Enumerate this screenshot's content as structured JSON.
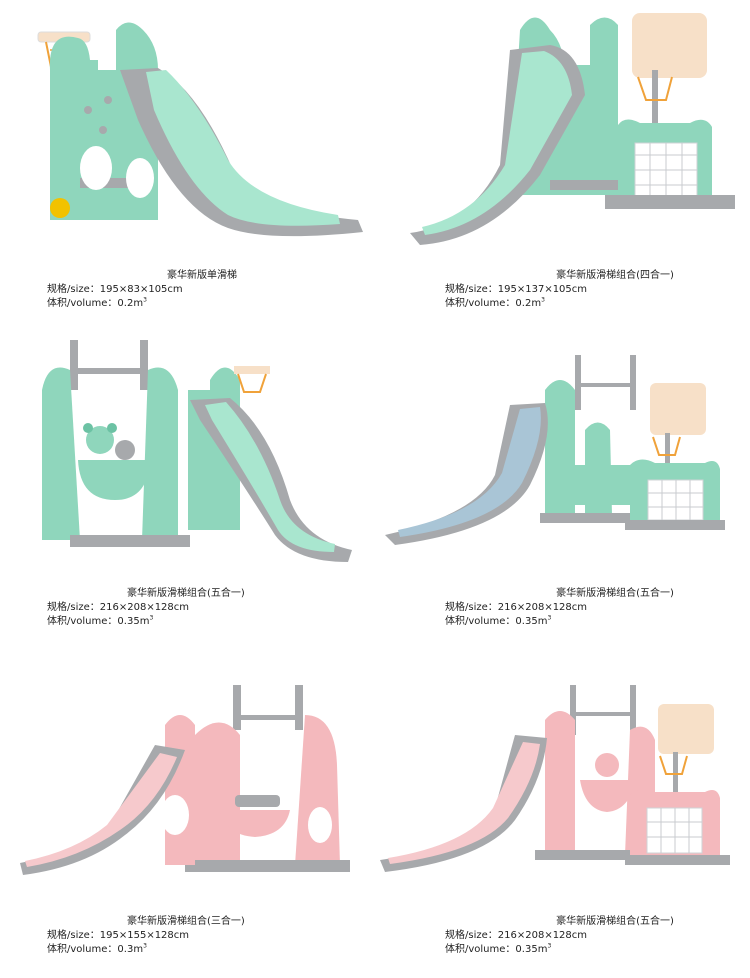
{
  "products": [
    {
      "title": "豪华新版单滑梯",
      "size_label": "规格/size：",
      "size": "195×83×105cm",
      "volume_label": "体积/volume：",
      "volume": "0.2m",
      "volume_unit_sup": "3",
      "color": "green",
      "type": "slide-basket"
    },
    {
      "title": "豪华新版滑梯组合(四合一)",
      "size_label": "规格/size：",
      "size": "195×137×105cm",
      "volume_label": "体积/volume：",
      "volume": "0.2m",
      "volume_unit_sup": "3",
      "color": "green",
      "type": "slide-basket-goal"
    },
    {
      "title": "豪华新版滑梯组合(五合一)",
      "size_label": "规格/size：",
      "size": "216×208×128cm",
      "volume_label": "体积/volume：",
      "volume": "0.35m",
      "volume_unit_sup": "3",
      "color": "green",
      "type": "swing-slide-basket"
    },
    {
      "title": "豪华新版滑梯组合(五合一)",
      "size_label": "规格/size：",
      "size": "216×208×128cm",
      "volume_label": "体积/volume：",
      "volume": "0.35m",
      "volume_unit_sup": "3",
      "color": "blue-green",
      "type": "slide-swing-basket-goal"
    },
    {
      "title": "豪华新版滑梯组合(三合一)",
      "size_label": "规格/size：",
      "size": "195×155×128cm",
      "volume_label": "体积/volume：",
      "volume": "0.3m",
      "volume_unit_sup": "3",
      "color": "pink",
      "type": "slide-swing"
    },
    {
      "title": "豪华新版滑梯组合(五合一)",
      "size_label": "规格/size：",
      "size": "216×208×128cm",
      "volume_label": "体积/volume：",
      "volume": "0.35m",
      "volume_unit_sup": "3",
      "color": "pink",
      "type": "slide-swing-basket-goal"
    }
  ],
  "palette": {
    "green_body": "#8fd6bc",
    "green_dark": "#6cc2a4",
    "slide_green": "#a9e6cf",
    "gray_rail": "#a7a9ac",
    "gray_dark": "#8d8f93",
    "blue_slide": "#a9c5d6",
    "pink_body": "#f4b9bd",
    "pink_dark": "#e9a3a8",
    "pink_slide": "#f6c9cc",
    "hoop_orange": "#f0a23a",
    "backboard": "#f7e0c8",
    "ball_yellow": "#f2c200"
  }
}
